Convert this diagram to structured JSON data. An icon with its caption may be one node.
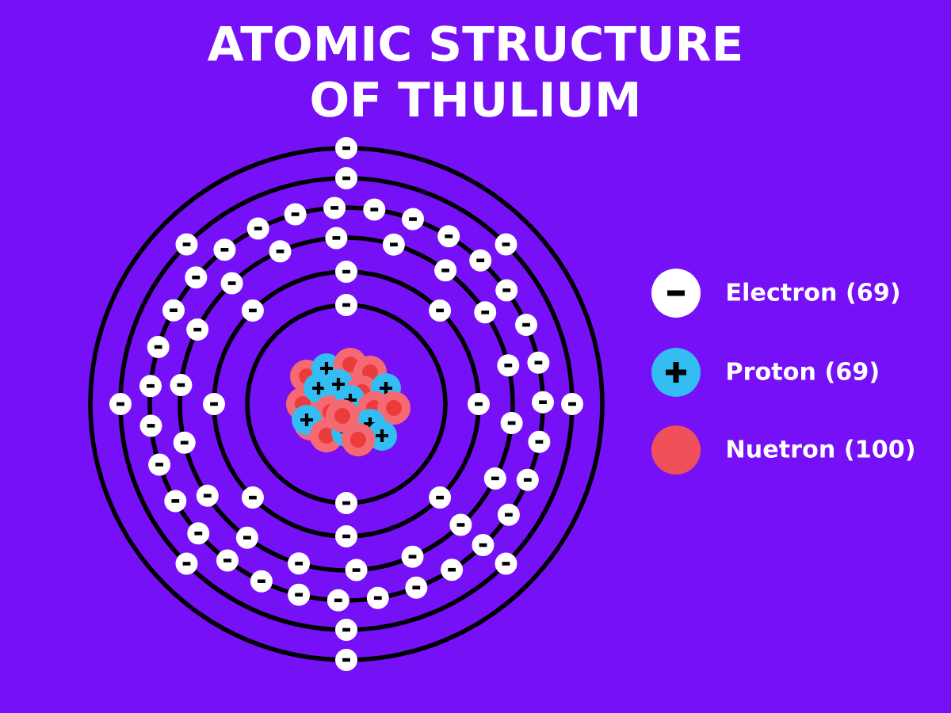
{
  "diagram": {
    "title": "ATOMIC STRUCTURE OF THULIUM",
    "legend": [
      {
        "text": "Electron (69)"
      },
      {
        "text": "Proton (69)"
      },
      {
        "text": "Nuetron (100)",
        "color": "#f0505a"
      }
    ]
  }
}
